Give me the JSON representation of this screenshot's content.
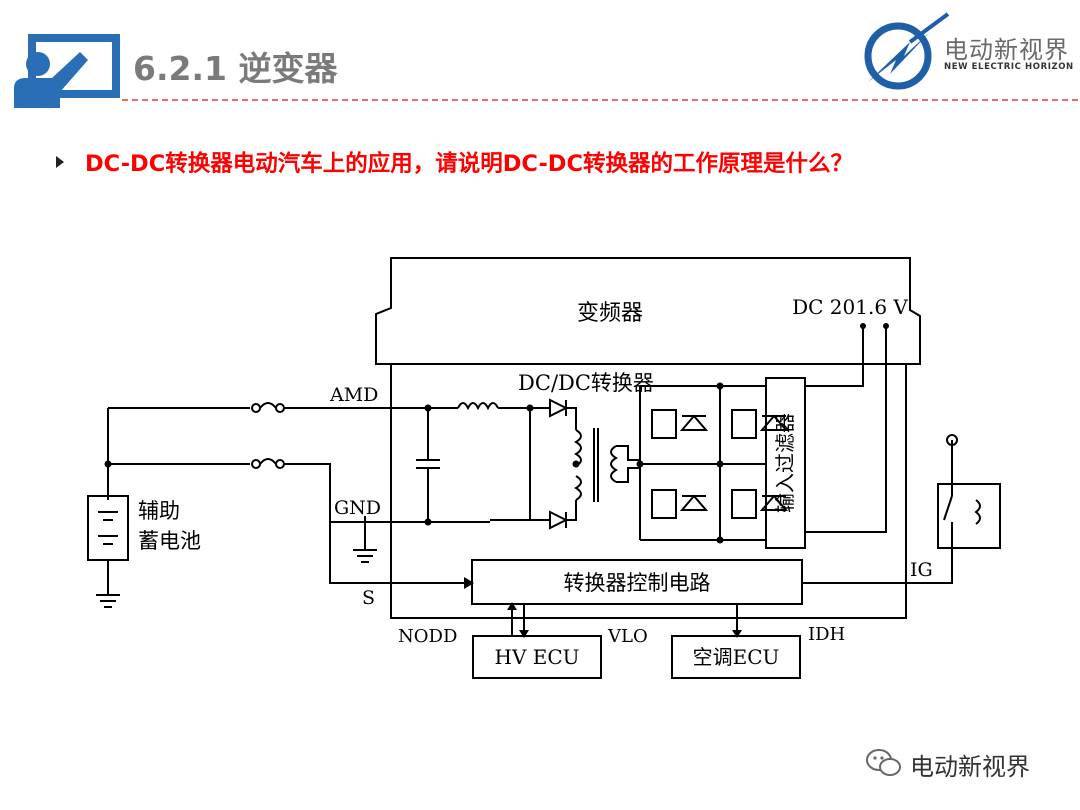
{
  "header": {
    "title": "6.2.1 逆变器",
    "brand_name": "电动新视界",
    "brand_tagline": "NEW ELECTRIC HORIZON"
  },
  "question": "DC-DC转换器电动汽车上的应用，请说明DC-DC转换器的工作原理是什么？",
  "diagram": {
    "inverter_label": "变频器",
    "dc_voltage_label": "DC 201.6 V",
    "converter_label": "DC/DC转换器",
    "amd_label": "AMD",
    "gnd_label": "GND",
    "s_label": "S",
    "aux_battery_line1": "辅助",
    "aux_battery_line2": "蓄电池",
    "input_filter_label": "输入过滤器",
    "control_circuit_label": "转换器控制电路",
    "ig_label": "IG",
    "nodd_label": "NODD",
    "vlo_label": "VLO",
    "idh_label": "IDH",
    "hv_ecu_label": "HV ECU",
    "ac_ecu_label": "空调ECU"
  },
  "watermark": "电动新视界",
  "colors": {
    "title_gray": "#7a7a7a",
    "accent_blue": "#2a6fb5",
    "question_red": "#ff0000",
    "rule_red": "#e86a6a"
  }
}
